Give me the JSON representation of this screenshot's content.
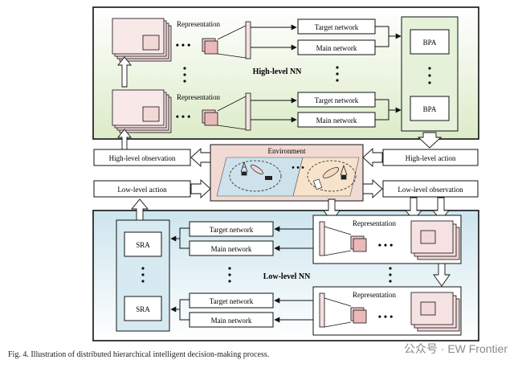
{
  "high": {
    "title": "High-level NN",
    "blocks": [
      {
        "rep": "Representation",
        "target": "Target network",
        "main": "Main network"
      },
      {
        "rep": "Representation",
        "target": "Target network",
        "main": "Main network"
      }
    ],
    "bpa": [
      "BPA",
      "BPA"
    ]
  },
  "middle": {
    "environment": "Environment",
    "high_obs": "High-level observation",
    "low_action": "Low-level action",
    "high_action": "High-level action",
    "low_obs": "Low-level observation"
  },
  "low": {
    "title": "Low-level NN",
    "blocks": [
      {
        "rep": "Representation",
        "target": "Target network",
        "main": "Main network"
      },
      {
        "rep": "Representation",
        "target": "Target network",
        "main": "Main network"
      }
    ],
    "sra": [
      "SRA",
      "SRA"
    ]
  },
  "caption": "Fig. 4.     Illustration of distributed hierarchical intelligent decision-making process.",
  "watermark": "公众号 · EW Frontier",
  "colors": {
    "high_bg": "#e4efd6",
    "low_bg": "#cfe6ee",
    "env_bg": "#f3dcd8",
    "env_left": "#cfe3ec",
    "env_right": "#f6e2c9",
    "stack": "#f4dede"
  }
}
